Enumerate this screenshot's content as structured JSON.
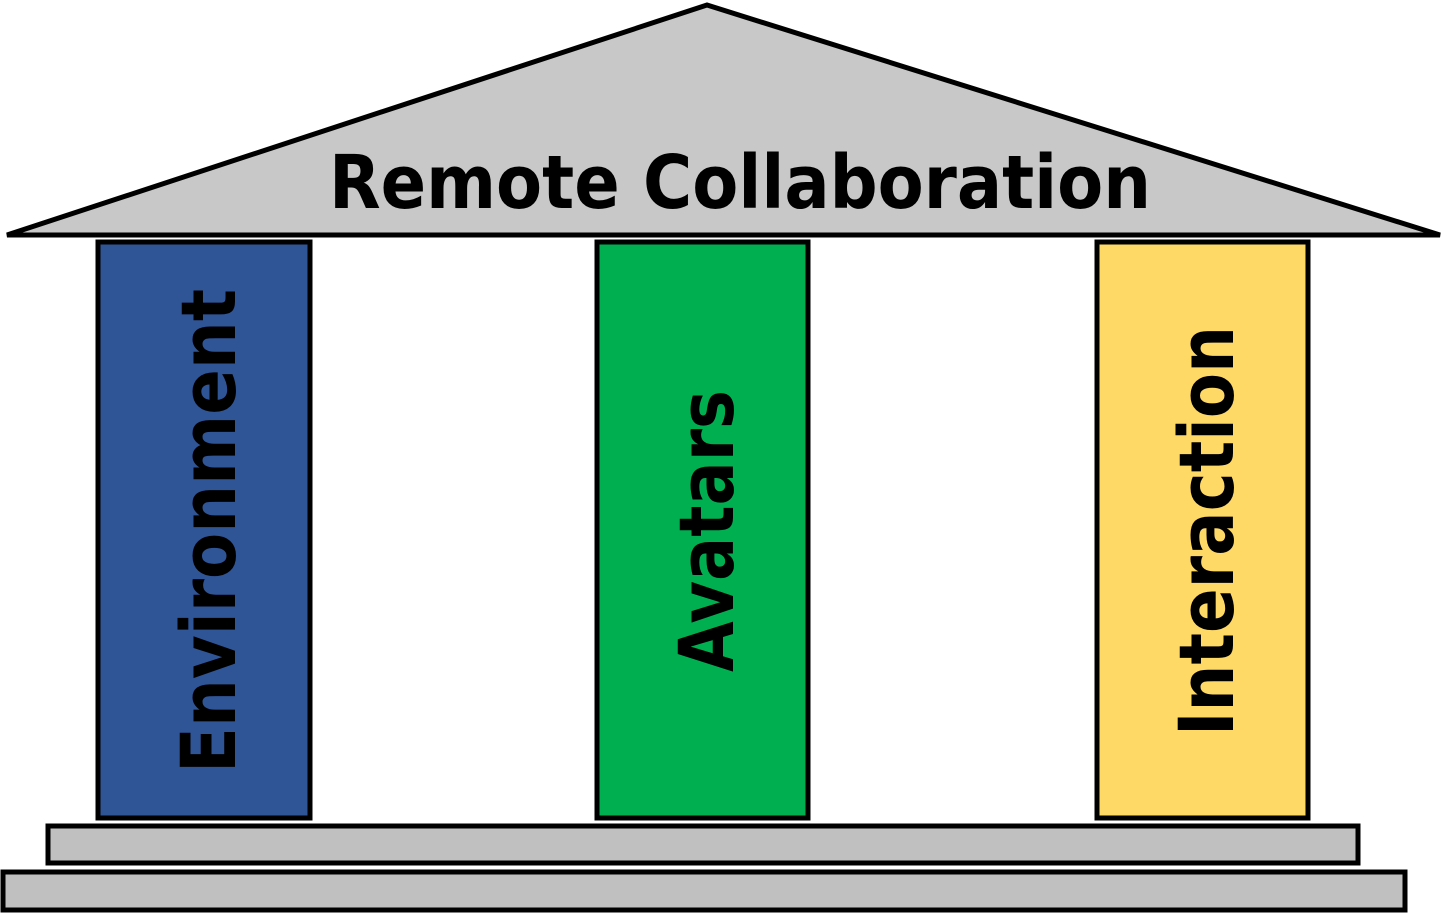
{
  "roof": {
    "title": "Remote Collaboration",
    "fill": "#c8c8c8"
  },
  "pillars": [
    {
      "label": "Environment",
      "fill": "#2f5597"
    },
    {
      "label": "Avatars",
      "fill": "#00b050"
    },
    {
      "label": "Interaction",
      "fill": "#ffd966"
    }
  ],
  "base": {
    "fill": "#c0c0c0"
  },
  "stroke": "#000000"
}
